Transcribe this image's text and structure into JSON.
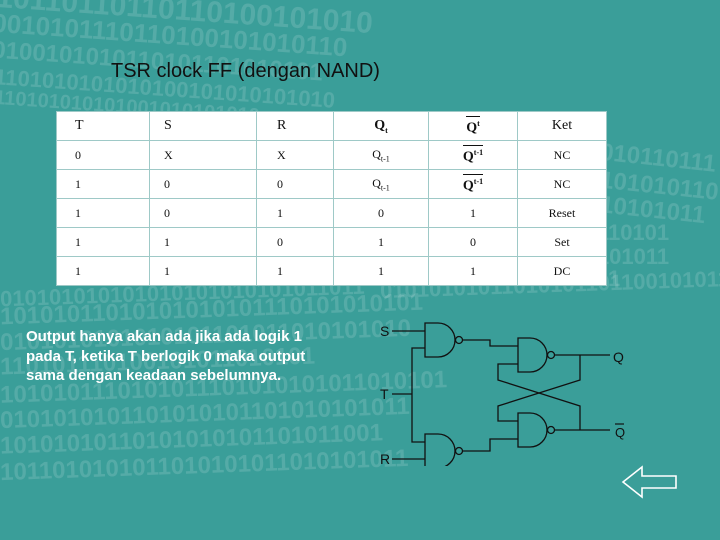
{
  "slide": {
    "title": "TSR clock FF (dengan NAND)",
    "caption": "Output hanya akan ada jika ada logik 1 pada T, ketika T berlogik 0 maka output sama dengan keadaan sebelumnya."
  },
  "table": {
    "headers": {
      "t": "T",
      "s": "S",
      "r": "R",
      "q": "Q",
      "q_sub": "t",
      "qbar": "Q",
      "qbar_sup": "t",
      "ket": "Ket"
    },
    "rows": [
      {
        "t": "0",
        "s": "X",
        "r": "X",
        "q": "Q",
        "q_sub": "t-1",
        "qbar": "Q",
        "qbar_sup": "t-1",
        "ket": "NC"
      },
      {
        "t": "1",
        "s": "0",
        "r": "0",
        "q": "Q",
        "q_sub": "t-1",
        "qbar": "Q",
        "qbar_sup": "t-1",
        "ket": "NC"
      },
      {
        "t": "1",
        "s": "0",
        "r": "1",
        "q": "0",
        "qbar": "1",
        "ket": "Reset"
      },
      {
        "t": "1",
        "s": "1",
        "r": "0",
        "q": "1",
        "qbar": "0",
        "ket": "Set"
      },
      {
        "t": "1",
        "s": "1",
        "r": "1",
        "q": "1",
        "qbar": "1",
        "ket": "DC"
      }
    ]
  },
  "circuit": {
    "label_s": "S",
    "label_t": "T",
    "label_r": "R",
    "label_q": "Q",
    "label_qbar": "Q"
  },
  "background_bits": [
    "10110110110110100101010",
    "0010101110110100101010110",
    "0100101010110101101010101",
    "1101010101010100101010101010",
    "110101010101001010101010",
    "10101011010101010101110101010101",
    "0101010101010101101011010101010",
    "110101110100101011010101",
    "1010101110101011101010101011010101",
    "0101010101101010101101010101011",
    "10101010110101010101101011001",
    "1011010101011010101011010101011",
    "010101010101010101010101011011",
    "01010101011010101101100101011",
    "1010110101",
    "1011010110111",
    "0101101010110",
    "010110101011",
    "1010101011",
    "101101"
  ],
  "colors": {
    "background": "#3a9e99",
    "table_bg": "#ffffff",
    "text": "#111111",
    "caption": "#ffffff"
  },
  "icons": {
    "back_arrow": "left-arrow-outline-icon"
  }
}
